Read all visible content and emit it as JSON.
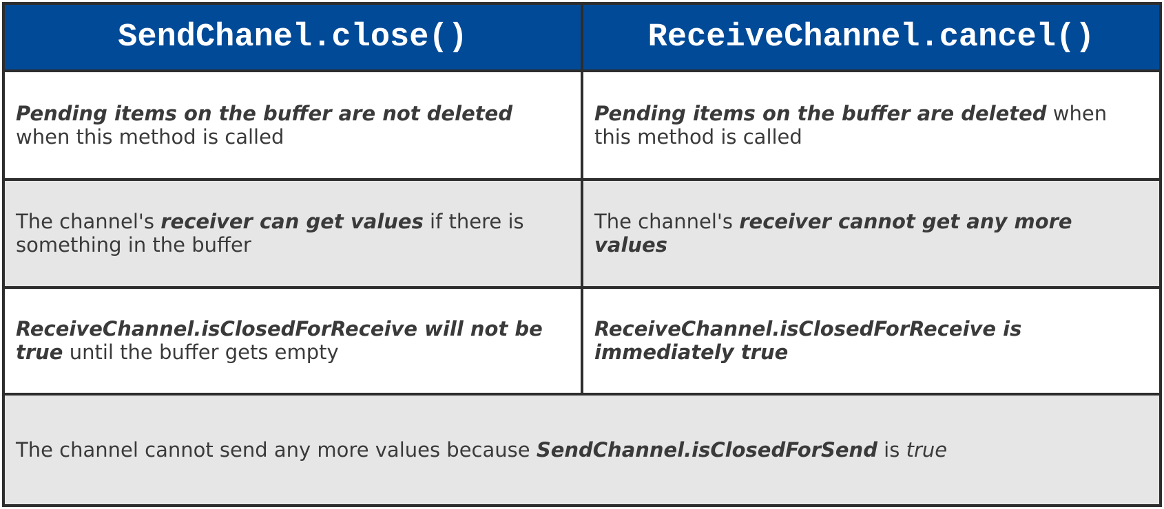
{
  "colors": {
    "header_bg": "#004a98",
    "header_text": "#ffffff",
    "row_bg": "#ffffff",
    "row_alt_bg": "#e6e6e6",
    "border": "#2d2d2d",
    "text": "#3a3a3a"
  },
  "table": {
    "headers": [
      {
        "label": "SendChanel.close()"
      },
      {
        "label": "ReceiveChannel.cancel()"
      }
    ],
    "rows": [
      {
        "cells": [
          {
            "segments": [
              {
                "text": "Pending items on the buffer are not deleted",
                "style": "bold-italic"
              },
              {
                "text": " when this method is called",
                "style": "normal"
              }
            ]
          },
          {
            "segments": [
              {
                "text": "Pending items on the buffer are deleted",
                "style": "bold-italic"
              },
              {
                "text": " when this method is called",
                "style": "normal"
              }
            ]
          }
        ]
      },
      {
        "cells": [
          {
            "segments": [
              {
                "text": "The channel's ",
                "style": "normal"
              },
              {
                "text": "receiver can get values",
                "style": "bold-italic"
              },
              {
                "text": " if there is something in the buffer",
                "style": "normal"
              }
            ]
          },
          {
            "segments": [
              {
                "text": "The channel's ",
                "style": "normal"
              },
              {
                "text": "receiver cannot get any more values",
                "style": "bold-italic"
              }
            ]
          }
        ]
      },
      {
        "cells": [
          {
            "segments": [
              {
                "text": "ReceiveChannel.isClosedForReceive will not be true",
                "style": "bold-italic"
              },
              {
                "text": " until the buffer gets empty",
                "style": "normal"
              }
            ]
          },
          {
            "segments": [
              {
                "text": "ReceiveChannel.isClosedForReceive is immediately true",
                "style": "bold-italic"
              }
            ]
          }
        ]
      },
      {
        "colspan": 2,
        "cells": [
          {
            "segments": [
              {
                "text": "The channel cannot send any more values because ",
                "style": "normal"
              },
              {
                "text": "SendChannel.isClosedForSend",
                "style": "bold-italic"
              },
              {
                "text": " is ",
                "style": "normal"
              },
              {
                "text": "true",
                "style": "italic"
              }
            ]
          }
        ]
      }
    ]
  }
}
